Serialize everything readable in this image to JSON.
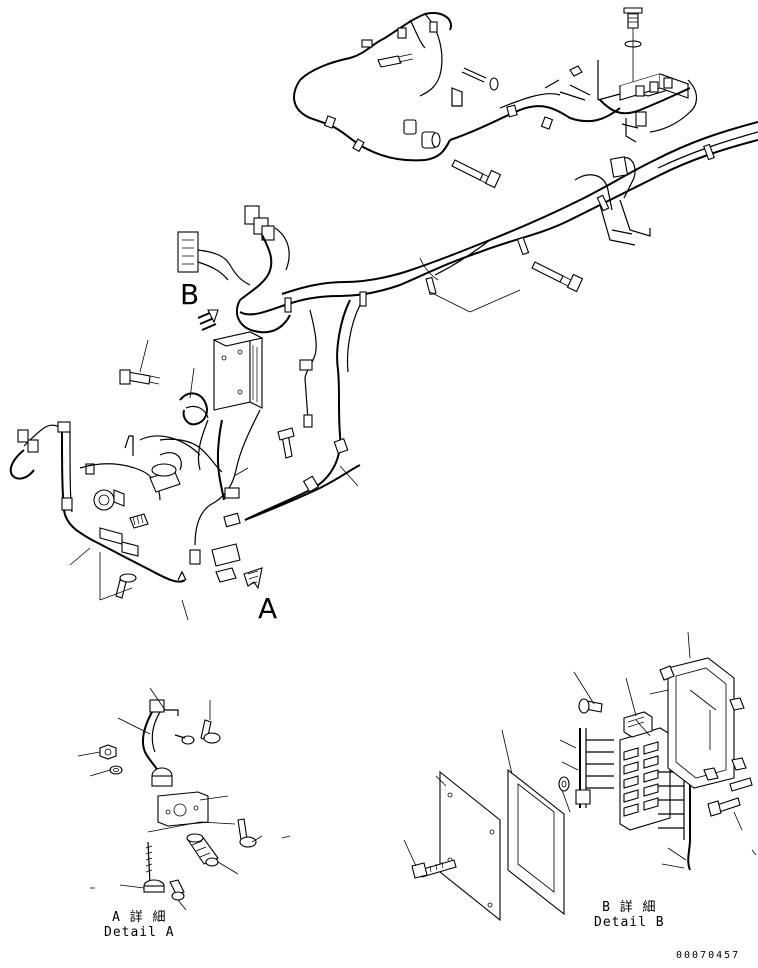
{
  "view_label_a": "A",
  "view_label_b": "B",
  "detail_a": {
    "jp": "A 詳 細",
    "en": "Detail A"
  },
  "detail_b": {
    "jp": "B 詳 細",
    "en": "Detail B"
  },
  "drawing_number": "00070457",
  "colors": {
    "line": "#000000",
    "background": "#ffffff"
  }
}
